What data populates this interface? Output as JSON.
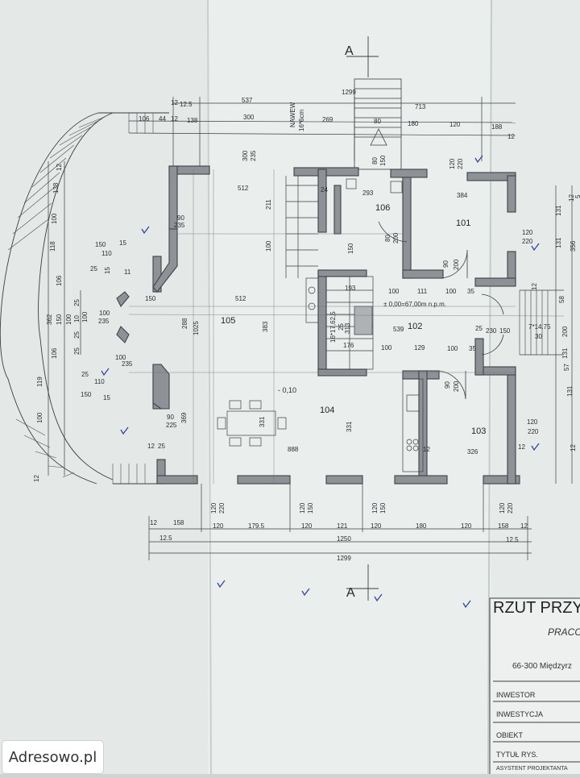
{
  "section_marks": {
    "top": "A",
    "bottom": "A"
  },
  "rooms": {
    "r101": "101",
    "r102": "102",
    "r103": "103",
    "r104": "104",
    "r105": "105",
    "r106": "106"
  },
  "stair": {
    "name": "NAWEW",
    "step": "16*6cm",
    "inner": "16*17,62,5"
  },
  "level": {
    "zero": "± 0,00=67,00m n.p.m.",
    "minus": "- 0,10"
  },
  "dims_top": {
    "d1299": "1299",
    "d537": "537",
    "d713": "713",
    "d12": "12",
    "d12_5": "12.5",
    "d106": "106",
    "d44": "44",
    "d12b": "12",
    "d138": "138",
    "d300": "300",
    "d269": "269",
    "d80": "80",
    "d180": "180",
    "d120": "120",
    "d188": "188",
    "d12c": "12",
    "d300v": "300",
    "d235v": "235",
    "d80v": "80",
    "d150v": "150",
    "d120v": "120",
    "d220v": "220"
  },
  "dims_inner": {
    "d512a": "512",
    "d211": "211",
    "d293": "293",
    "d384": "384",
    "d24": "24",
    "d150a": "150",
    "d100a": "100",
    "d80b": "80",
    "d200a": "200",
    "d90a": "90",
    "d200b": "200",
    "d193": "193",
    "d100b": "100",
    "d111": "111",
    "d100c": "100",
    "d35": "35",
    "d512b": "512",
    "d1025": "1025",
    "d383": "383",
    "d288": "288",
    "d539": "539",
    "d176": "176",
    "d100d": "100",
    "d129": "129",
    "d100e": "100",
    "d35b": "35",
    "d25a": "25",
    "d313": "313",
    "d25b": "25",
    "d230": "230",
    "d150b": "150",
    "d90b": "90",
    "d200c": "200",
    "d331a": "331",
    "d331b": "331",
    "d888": "888",
    "d326": "326",
    "d12d": "12",
    "d12e": "12",
    "d12f": "12",
    "d25c": "25",
    "d90c": "90",
    "d225": "225",
    "d369": "369",
    "d90d": "90",
    "d235a": "235",
    "d150c": "150",
    "d110a": "110",
    "d15a": "15",
    "d25d": "25",
    "d11": "11",
    "d150d": "150",
    "d100f": "100",
    "d235b": "235",
    "d100g": "100",
    "d235c": "235",
    "d110b": "110",
    "d150e": "150",
    "d25e": "25",
    "d15b": "15"
  },
  "dims_left": {
    "l138": "138",
    "l100a": "100",
    "l118": "118",
    "l106a": "106",
    "l362": "362",
    "l150": "150",
    "l100b": "100",
    "l106b": "106",
    "l119": "119",
    "l100c": "100",
    "l12": "12",
    "l12b": "12",
    "l25a": "25",
    "l25b": "25",
    "l25c": "25",
    "l15": "15",
    "l10": "10",
    "l100d": "100"
  },
  "dims_right": {
    "r131a": "131",
    "r12a": "12",
    "r5": "5",
    "r356": "356",
    "r131b": "131",
    "r58": "58",
    "r200": "200",
    "r131c": "131",
    "r57": "57",
    "r131d": "131",
    "r120": "120",
    "r220": "220",
    "r12b": "12",
    "r7x": "7*14.75",
    "r30": "30",
    "r120b": "120",
    "r220b": "220",
    "r12c": "12"
  },
  "dims_bottom": {
    "b12a": "12",
    "b158a": "158",
    "b120a": "120",
    "b1795": "179.5",
    "b120b": "120",
    "b121": "121",
    "b120c": "120",
    "b180": "180",
    "b120d": "120",
    "b158b": "158",
    "b12b": "12",
    "b12_5a": "12.5",
    "b12_5b": "12.5",
    "b1250": "1250",
    "b1299": "1299",
    "bv120a": "120",
    "bv220a": "220",
    "bv120b": "120",
    "bv150": "150",
    "bv120c": "120",
    "bv150b": "150",
    "bv120d": "120",
    "bv220b": "220"
  },
  "title_block": {
    "title": "RZUT PRZY",
    "subtitle": "PRACO",
    "address": "66-300 Międzyrz",
    "rows": [
      "INWESTOR",
      "INWESTYCJA",
      "OBIEKT",
      "TYTUŁ RYS.",
      "ASYSTENT PROJEKTANTA"
    ]
  },
  "watermark": "Adresowo.pl",
  "colors": {
    "paper": "#e9eeeb",
    "line": "#3a3e42",
    "wall": "#4a4d50",
    "wall_fill": "#8e9296",
    "pen": "#3344a6"
  }
}
